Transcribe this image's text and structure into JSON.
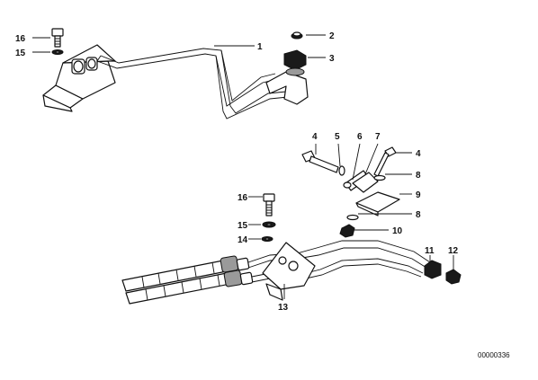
{
  "diagram": {
    "document_number": "00000336",
    "callouts": [
      {
        "id": "c1",
        "label": "1"
      },
      {
        "id": "c2",
        "label": "2"
      },
      {
        "id": "c3",
        "label": "3"
      },
      {
        "id": "c16a",
        "label": "16"
      },
      {
        "id": "c15a",
        "label": "15"
      },
      {
        "id": "c4a",
        "label": "4"
      },
      {
        "id": "c5",
        "label": "5"
      },
      {
        "id": "c6",
        "label": "6"
      },
      {
        "id": "c7",
        "label": "7"
      },
      {
        "id": "c4b",
        "label": "4"
      },
      {
        "id": "c8a",
        "label": "8"
      },
      {
        "id": "c9",
        "label": "9"
      },
      {
        "id": "c8b",
        "label": "8"
      },
      {
        "id": "c10",
        "label": "10"
      },
      {
        "id": "c16b",
        "label": "16"
      },
      {
        "id": "c15b",
        "label": "15"
      },
      {
        "id": "c14",
        "label": "14"
      },
      {
        "id": "c11",
        "label": "11"
      },
      {
        "id": "c12",
        "label": "12"
      },
      {
        "id": "c13",
        "label": "13"
      }
    ]
  }
}
